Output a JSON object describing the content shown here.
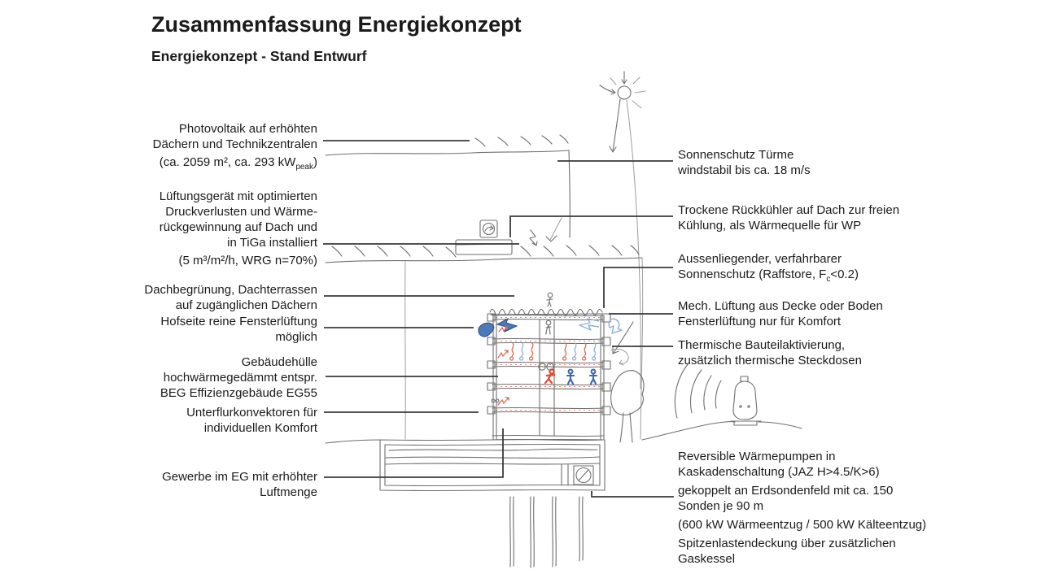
{
  "header": {
    "title": "Zusammenfassung Energiekonzept",
    "subtitle": "Energiekonzept - Stand Entwurf"
  },
  "left_labels": [
    {
      "id": "photovoltaik",
      "lines": [
        "Photovoltaik auf erhöhten",
        "Dächern und Technikzentralen"
      ],
      "paren_pre": "(ca. 2059 m², ca. 293 kW",
      "paren_sub": "peak",
      "paren_post": ")"
    },
    {
      "id": "lueftungsgeraet",
      "lines": [
        "Lüftungsgerät mit optimierten",
        "Druckverlusten und Wärme-",
        "rückgewinnung auf Dach und",
        "in TiGa installiert"
      ],
      "paren": "(5 m³/m²/h, WRG n=70%)"
    },
    {
      "id": "dachbegruenung",
      "lines": [
        "Dachbegrünung, Dachterrassen",
        "auf zugänglichen Dächern"
      ]
    },
    {
      "id": "hofseite",
      "lines": [
        "Hofseite reine Fensterlüftung",
        "möglich"
      ]
    },
    {
      "id": "gebaeudehuelle",
      "lines": [
        "Gebäudehülle",
        "hochwärmegedämmt entspr.",
        "BEG Effizienzgebäude EG55"
      ]
    },
    {
      "id": "unterflurkonvektoren",
      "lines": [
        "Unterflurkonvektoren für",
        "individuellen Komfort"
      ]
    },
    {
      "id": "gewerbe",
      "lines": [
        "Gewerbe im EG mit erhöhter",
        "Luftmenge"
      ]
    }
  ],
  "right_labels": [
    {
      "id": "sonnenschutz-tuerme",
      "lines": [
        "Sonnenschutz Türme",
        "windstabil bis ca. 18 m/s"
      ]
    },
    {
      "id": "rueckkuehler",
      "lines": [
        "Trockene Rückkühler auf Dach zur freien",
        "Kühlung, als Wärmequelle für WP"
      ]
    },
    {
      "id": "aussenliegender-sonnenschutz",
      "line1": "Aussenliegender, verfahrbarer",
      "line2_pre": "Sonnenschutz (Raffstore, F",
      "line2_sub": "c",
      "line2_post": "<0.2)"
    },
    {
      "id": "mech-lueftung",
      "lines": [
        "Mech. Lüftung aus Decke oder Boden",
        "Fensterlüftung nur für Komfort"
      ]
    },
    {
      "id": "bauteilaktivierung",
      "lines": [
        "Thermische Bauteilaktivierung,",
        "zusätzlich thermische Steckdosen"
      ]
    },
    {
      "id": "waermepumpen",
      "lines": [
        "Reversible Wärmepumpen in",
        "Kaskadenschaltung (JAZ H>4.5/K>6)",
        "gekoppelt an Erdsondenfeld mit ca. 150",
        "Sonden je 90 m",
        "(600 kW Wärmeentzug / 500 kW Kälteentzug)",
        "Spitzenlastendeckung über zusätzlichen",
        "Gaskessel"
      ]
    }
  ],
  "sketch_icons": [
    "sun-icon",
    "fan-icon",
    "lightning-icon",
    "ventilation-unit",
    "heat-pump-icon",
    "wind-arrow-icon",
    "thermal-squiggle",
    "person-figure",
    "tree-sketch",
    "gas-boiler-icon",
    "borehole-lines",
    "pv-hatching",
    "green-roof"
  ],
  "colors": {
    "text": "#1b1b1b",
    "leader_line": "#3a3a3a",
    "pencil": "#6f6f6f",
    "pencil_light": "#9d9d9d",
    "wind_blue": "#4d79b8",
    "wind_blue_light": "#8fafd9",
    "squiggle_blue": "#8fafd9",
    "thermal_red": "#dc6a52",
    "person_red": "#e0492e",
    "person_blue": "#3f69ad"
  }
}
